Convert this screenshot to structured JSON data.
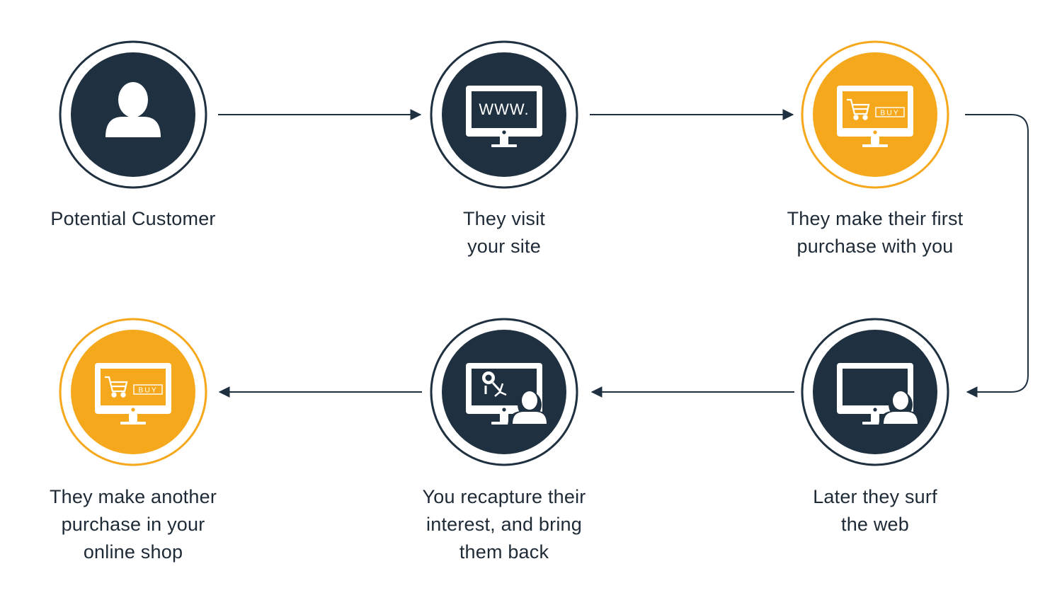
{
  "colors": {
    "dark": "#1f3140",
    "accent": "#f6a81c",
    "text": "#1e2a36",
    "white": "#ffffff"
  },
  "steps": [
    {
      "lines": [
        "Potential Customer"
      ],
      "icon": "person-icon",
      "tone": "dark"
    },
    {
      "lines": [
        "They visit",
        "your site"
      ],
      "icon": "monitor-www-icon",
      "tone": "dark",
      "screen_text": "WWW."
    },
    {
      "lines": [
        "They make their first",
        "purchase with you"
      ],
      "icon": "monitor-cart-buy-icon",
      "tone": "accent",
      "button_text": "BUY"
    },
    {
      "lines": [
        "Later they surf",
        "the web"
      ],
      "icon": "monitor-user-icon",
      "tone": "dark"
    },
    {
      "lines": [
        "You recapture their",
        "interest, and bring",
        "them back"
      ],
      "icon": "monitor-recapture-user-icon",
      "tone": "dark"
    },
    {
      "lines": [
        "They make another",
        "purchase in your",
        "online shop"
      ],
      "icon": "monitor-cart-buy-icon",
      "tone": "accent",
      "button_text": "BUY"
    }
  ]
}
